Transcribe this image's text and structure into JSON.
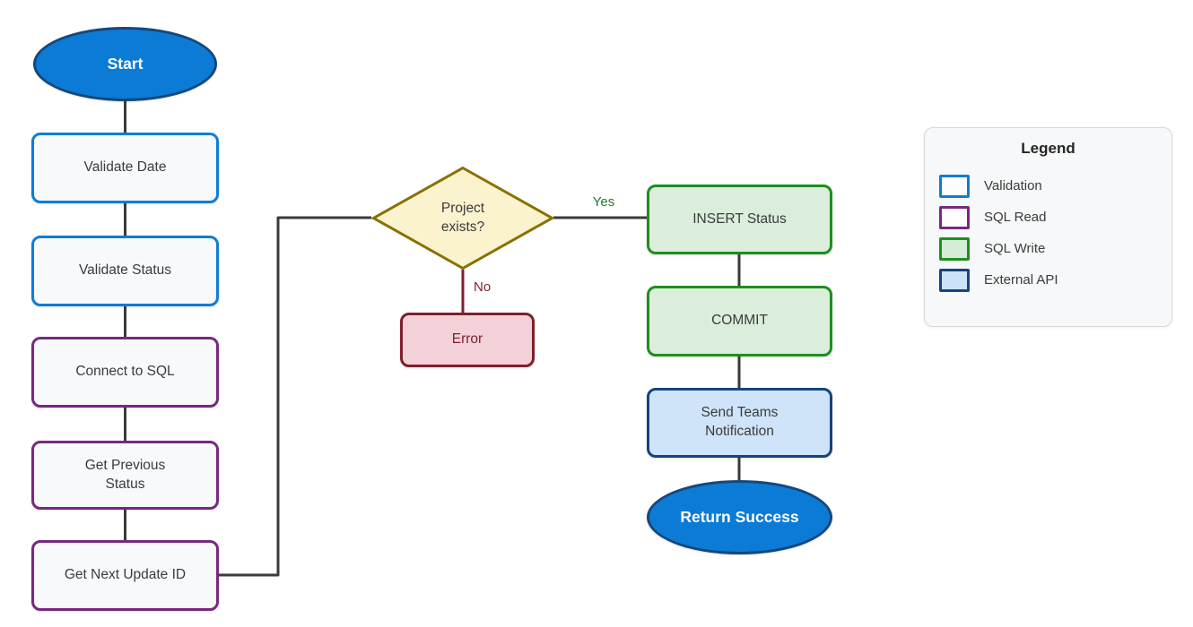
{
  "diagram": {
    "nodes": {
      "start": {
        "label": "Start",
        "type": "terminator"
      },
      "validate_date": {
        "label": "Validate Date",
        "type": "validation"
      },
      "validate_status": {
        "label": "Validate Status",
        "type": "validation"
      },
      "connect_to_sql": {
        "label": "Connect to SQL",
        "type": "sql-read"
      },
      "get_previous_status": {
        "label": "Get Previous\nStatus",
        "type": "sql-read"
      },
      "get_next_update_id": {
        "label": "Get Next Update ID",
        "type": "sql-read"
      },
      "project_exists": {
        "label": "Project\nexists?",
        "type": "decision"
      },
      "error": {
        "label": "Error",
        "type": "error"
      },
      "insert_status": {
        "label": "INSERT Status",
        "type": "sql-write"
      },
      "commit": {
        "label": "COMMIT",
        "type": "sql-write"
      },
      "send_teams_notification": {
        "label": "Send Teams\nNotification",
        "type": "external-api"
      },
      "return_success": {
        "label": "Return Success",
        "type": "terminator"
      }
    },
    "edge_labels": {
      "yes": "Yes",
      "no": "No"
    }
  },
  "legend": {
    "title": "Legend",
    "items": [
      {
        "label": "Validation",
        "border": "#0F7CD8",
        "fill": "#FDFEFE"
      },
      {
        "label": "SQL Read",
        "border": "#77297F",
        "fill": "#FDFEFE"
      },
      {
        "label": "SQL Write",
        "border": "#1E8E1E",
        "fill": "#D5EDD6"
      },
      {
        "label": "External API",
        "border": "#16447E",
        "fill": "#CBE2F8"
      }
    ]
  },
  "colors": {
    "terminator_fill": "#0C7BD6",
    "terminator_border": "#15477B",
    "validation_border": "#0F7CD8",
    "sql_read_border": "#77297F",
    "sql_write_border": "#1E8E1E",
    "sql_write_fill": "#DAEEDB",
    "external_api_border": "#16447E",
    "external_api_fill": "#CFE4F8",
    "decision_fill": "#FBF2CE",
    "decision_border": "#8A7000",
    "error_fill": "#F2D2D8",
    "error_border": "#7F1F2D",
    "node_fill": "#F7F9FB",
    "node_text": "#3B3B3B",
    "connector": "#3B3B3B",
    "yes_label": "#1E7C33",
    "no_label": "#7F1F2D",
    "legend_fill": "#F7F8F9",
    "legend_border": "#D7D9DC",
    "background": "#FFFFFF"
  }
}
